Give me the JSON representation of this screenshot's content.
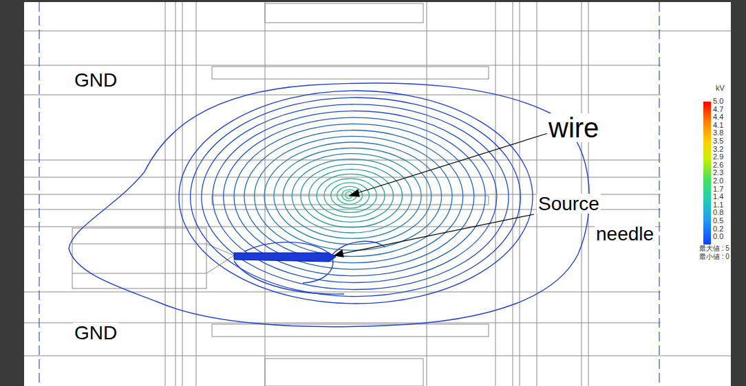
{
  "diagram": {
    "labels": [
      "GND",
      "wire",
      "Source",
      "needle",
      "GND",
      "kV",
      "5.0",
      "4.7",
      "4.4",
      "4.1",
      "3.8",
      "3.5",
      "3.2",
      "2.9",
      "2.6",
      "2.3",
      "2.0",
      "1.7",
      "1.4",
      "1.1",
      "0.8",
      "0.5",
      "0.2",
      "0.0",
      "最大値 : 5",
      "最小値 : 0"
    ]
  }
}
